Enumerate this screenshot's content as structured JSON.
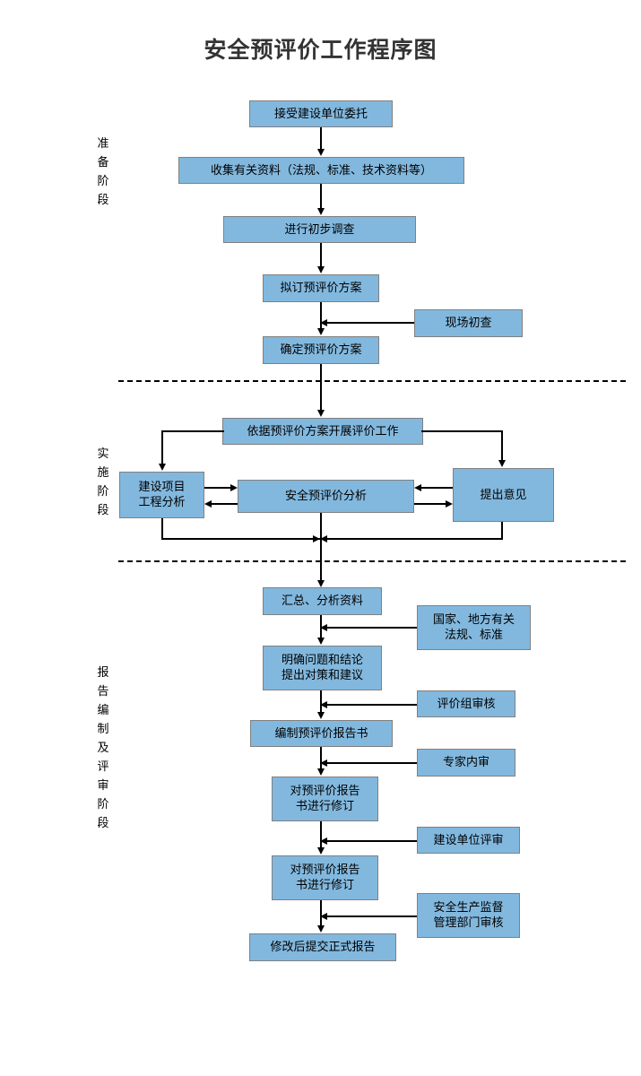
{
  "title": "安全预评价工作程序图",
  "colors": {
    "node_fill": "#82b8de",
    "node_border": "#808080",
    "line": "#000000",
    "title_text": "#333333",
    "background": "#ffffff"
  },
  "stage_labels": [
    {
      "id": "prep",
      "text": "准\n备\n阶\n段"
    },
    {
      "id": "impl",
      "text": "实\n施\n阶\n段"
    },
    {
      "id": "report",
      "text": "报\n告\n编\n制\n及\n评\n审\n阶\n段"
    }
  ],
  "nodes": {
    "accept_commission": "接受建设单位委托",
    "collect_materials": "收集有关资料（法规、标准、技术资料等）",
    "preliminary_survey": "进行初步调查",
    "draft_plan": "拟订预评价方案",
    "site_survey": "现场初查",
    "confirm_plan": "确定预评价方案",
    "carry_out_evaluation": "依据预评价方案开展评价工作",
    "project_engineering_analysis": "建设项目\n工程分析",
    "safety_pre_evaluation_analysis": "安全预评价分析",
    "raise_opinions": "提出意见",
    "summarize_analyze": "汇总、分析资料",
    "national_local_regulations": "国家、地方有关\n法规、标准",
    "clarify_problems": "明确问题和结论\n提出对策和建议",
    "evaluation_group_review": "评价组审核",
    "compile_report": "编制预评价报告书",
    "expert_internal_review": "专家内审",
    "revise_report_1": "对预评价报告\n书进行修订",
    "construction_unit_review": "建设单位评审",
    "revise_report_2": "对预评价报告\n书进行修订",
    "safety_supervision_review": "安全生产监督\n管理部门审核",
    "submit_final_report": "修改后提交正式报告"
  }
}
